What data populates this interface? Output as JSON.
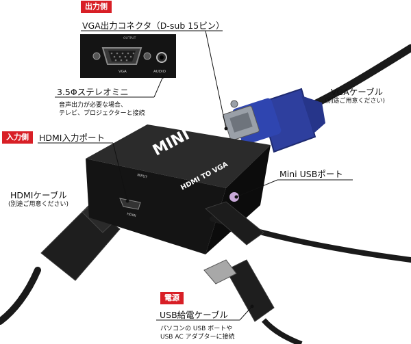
{
  "labels": {
    "output_tag": "出力側",
    "vga_connector": "VGA出力コネクタ（D-sub 15ピン）",
    "stereo_mini": "3.5Φステレオミニ",
    "stereo_mini_note_1": "音声出力が必要な場合、",
    "stereo_mini_note_2": "テレビ、プロジェクターと接続",
    "input_tag": "入力側",
    "hdmi_port": "HDMI入力ポート",
    "vga_cable": "VGAケーブル",
    "vga_cable_note": "(別途ご用意ください)",
    "mini_usb_port": "Mini USBポート",
    "hdmi_cable": "HDMIケーブル",
    "hdmi_cable_note": "(別途ご用意ください)",
    "power_tag": "電源",
    "usb_cable": "USB給電ケーブル",
    "usb_cable_note_1": "パソコンの USB ポートや",
    "usb_cable_note_2": "USB AC アダプターに接続"
  },
  "device_print": {
    "brand": "MINI",
    "model": "HDMI TO VGA",
    "input": "INPUT",
    "hdmi": "HDMI",
    "output": "OUTPUT",
    "vga": "VGA",
    "audio": "AUDIO"
  },
  "colors": {
    "accent_red": "#d81f26",
    "device_body": "#161616",
    "vga_blue": "#2e3f9e",
    "cable_black": "#1a1a1a"
  }
}
